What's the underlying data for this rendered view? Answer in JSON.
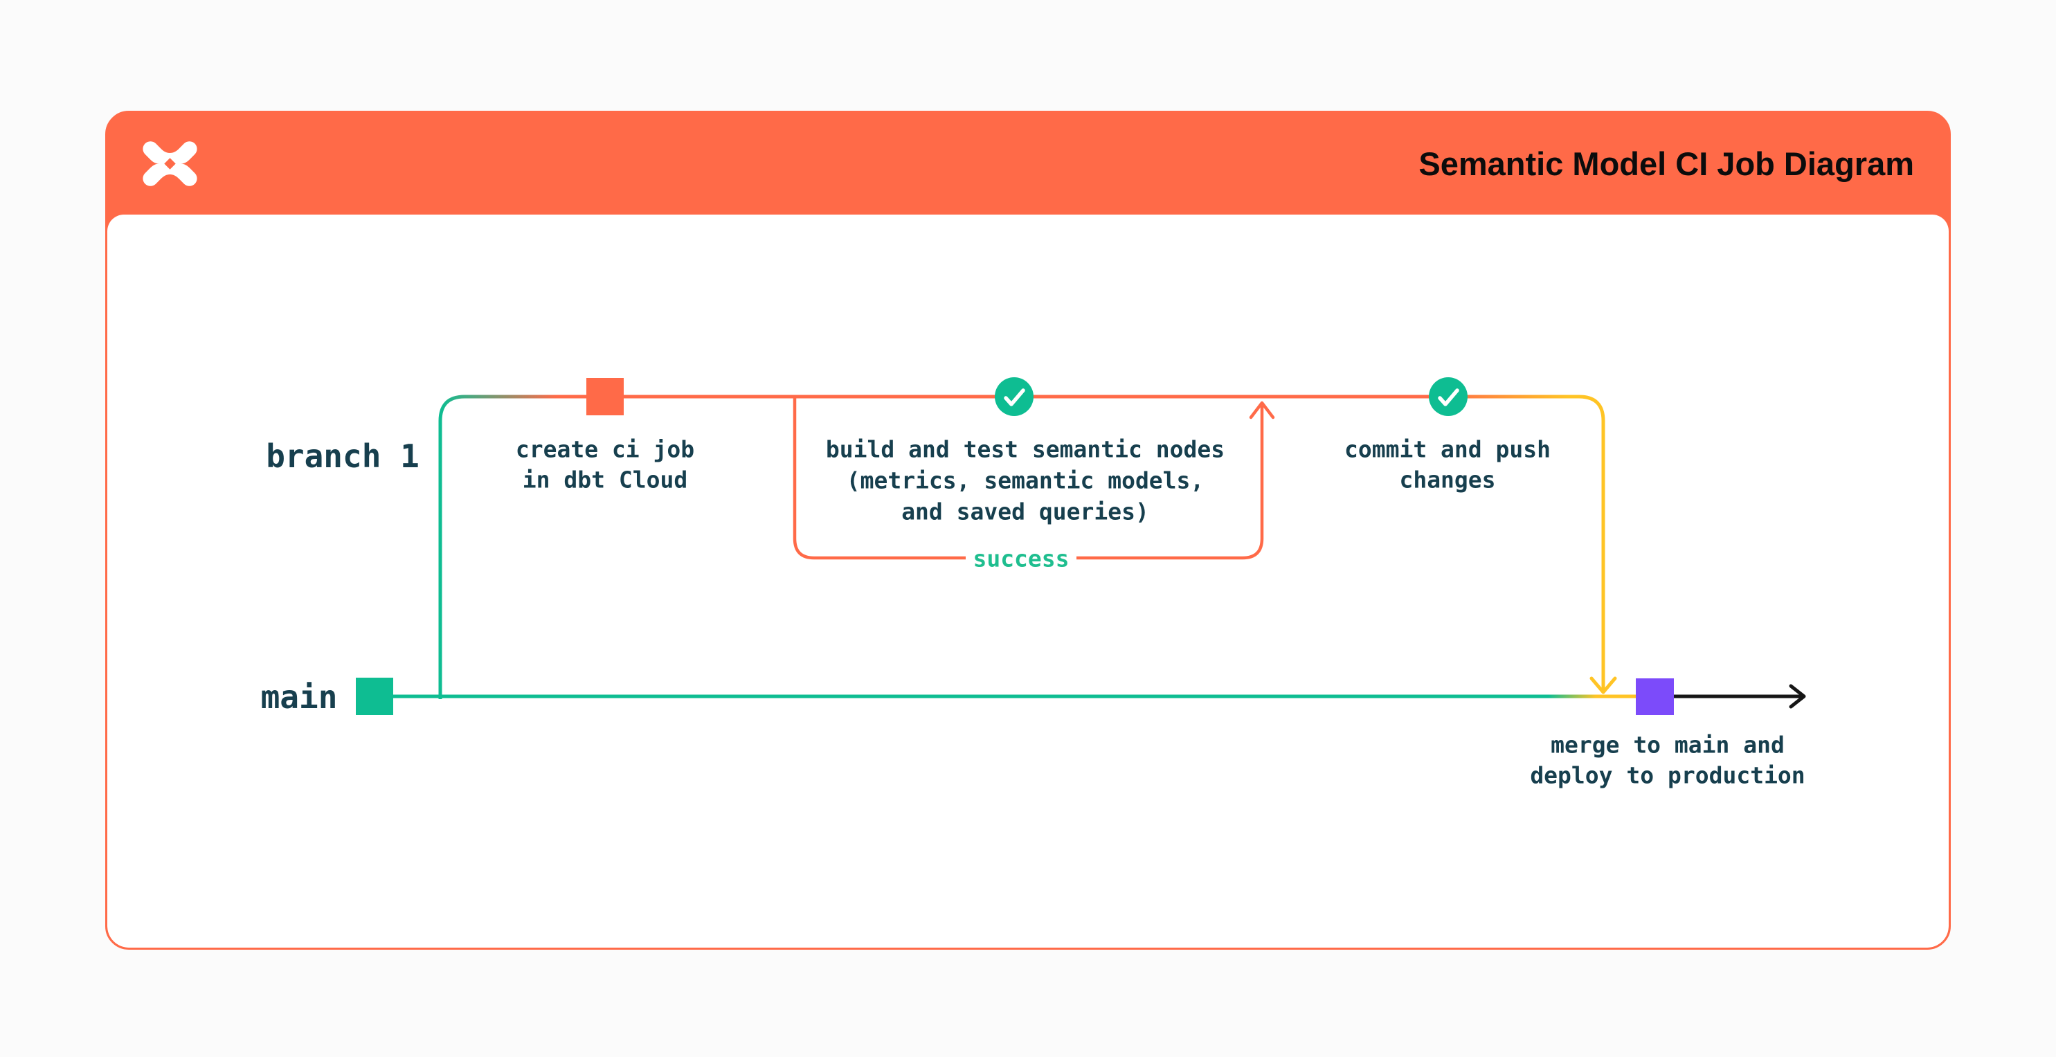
{
  "header": {
    "title": "Semantic Model CI Job Diagram",
    "logo": "dbt-logo"
  },
  "colors": {
    "orange": "#FF6A48",
    "green": "#0EBD92",
    "yellow": "#FFC425",
    "purple": "#7C4BFA",
    "ink": "#173F4E",
    "success_green": "#1FBE8F",
    "arrow_black": "#161616",
    "white": "#FFFFFF",
    "card_background": "#FFFFFF",
    "page_background": "#FBFBFB"
  },
  "diagram": {
    "branch_label": "branch 1",
    "main_label": "main",
    "loop_label": "success",
    "nodes": {
      "create_ci": {
        "line1": "create ci job",
        "line2": "in dbt Cloud"
      },
      "build_test": {
        "line1": "build and test semantic nodes",
        "line2": "(metrics, semantic models,",
        "line3": "and saved queries)"
      },
      "commit_push": {
        "line1": "commit and push",
        "line2": "changes"
      },
      "merge_deploy": {
        "line1": "merge to main and",
        "line2": "deploy to production"
      }
    }
  }
}
